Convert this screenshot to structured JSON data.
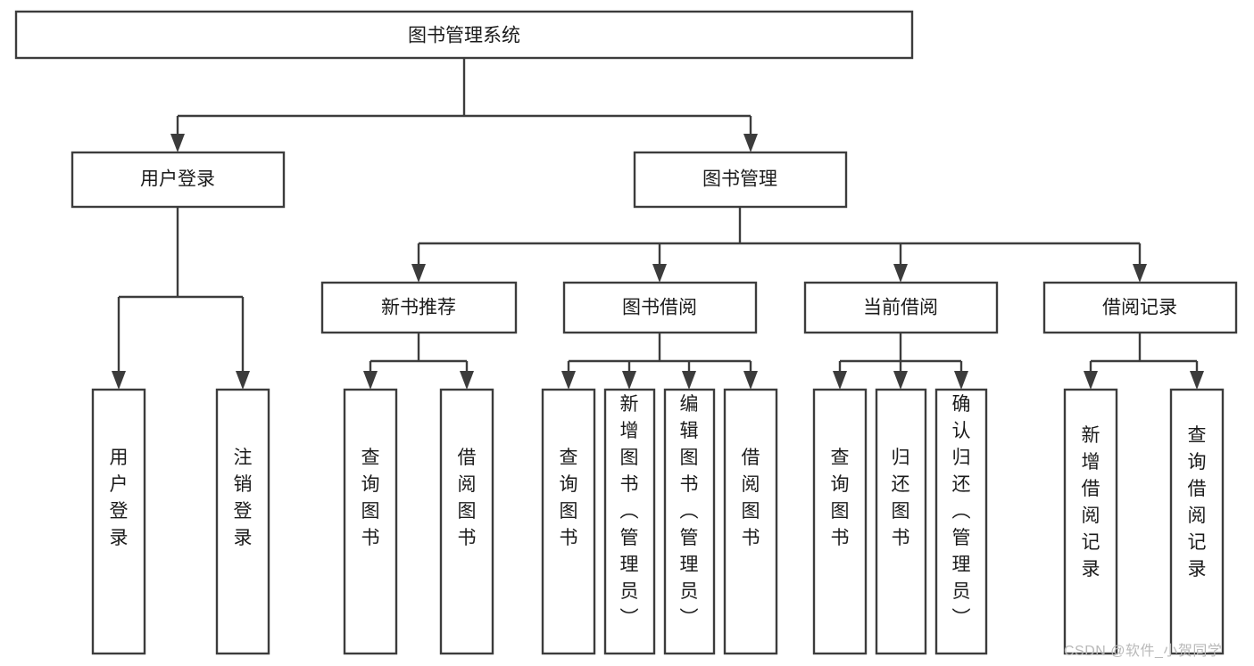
{
  "diagram": {
    "title": "图书管理系统",
    "type": "tree-hierarchy-functional-decomposition",
    "colors": {
      "stroke": "#3c3c3c",
      "box_fill": "#ffffff",
      "text": "#1b1b1b",
      "background": "#ffffff",
      "watermark": "#b9b9b9"
    },
    "root": {
      "label": "图书管理系统"
    },
    "level2": [
      {
        "label": "用户登录"
      },
      {
        "label": "图书管理"
      }
    ],
    "level3": [
      {
        "label": "新书推荐"
      },
      {
        "label": "图书借阅"
      },
      {
        "label": "当前借阅"
      },
      {
        "label": "借阅记录"
      }
    ],
    "leaves": {
      "user_login": [
        {
          "label": "用户登录"
        },
        {
          "label": "注销登录"
        }
      ],
      "new_book_recommend": [
        {
          "label": "查询图书"
        },
        {
          "label": "借阅图书"
        }
      ],
      "book_borrow": [
        {
          "label": "查询图书"
        },
        {
          "label": "新增图书（管理员）"
        },
        {
          "label": "编辑图书（管理员）"
        },
        {
          "label": "借阅图书"
        }
      ],
      "current_borrow": [
        {
          "label": "查询图书"
        },
        {
          "label": "归还图书"
        },
        {
          "label": "确认归还（管理员）"
        }
      ],
      "borrow_record": [
        {
          "label": "新增借阅记录"
        },
        {
          "label": "查询借阅记录"
        }
      ]
    }
  },
  "watermark": {
    "text": "CSDN @软件_小贺同学"
  }
}
